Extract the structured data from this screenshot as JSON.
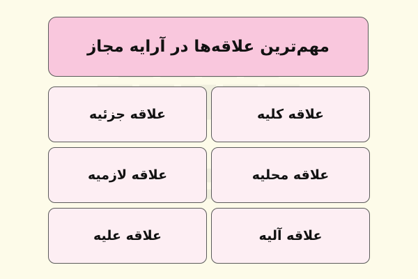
{
  "header": {
    "title": "مهم‌ترین علاقه‌ها در آرایه مجاز"
  },
  "items": [
    {
      "label": "علاقه کلیه"
    },
    {
      "label": "علاقه جزئیه"
    },
    {
      "label": "علاقه محلیه"
    },
    {
      "label": "علاقه لازمیه"
    },
    {
      "label": "علاقه آلیه"
    },
    {
      "label": "علاقه علیه"
    }
  ],
  "colors": {
    "background": "#fdfbe9",
    "header_fill": "#f9c7dd",
    "cell_fill": "#fdeef3",
    "border": "#5a5a5a"
  }
}
